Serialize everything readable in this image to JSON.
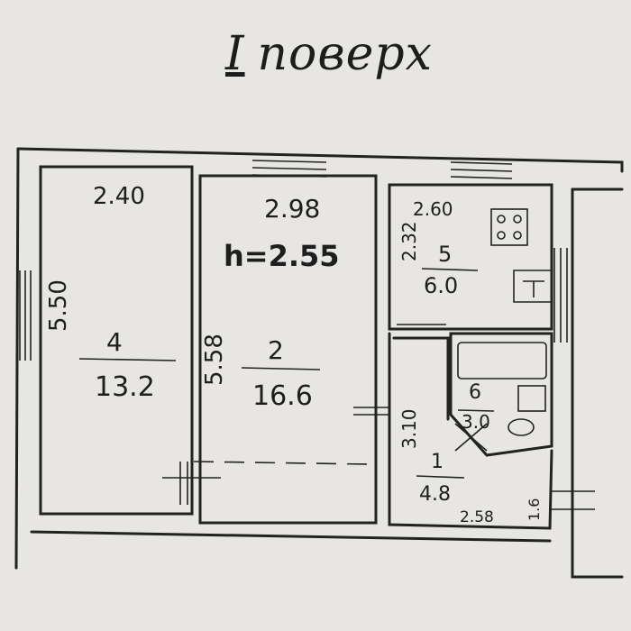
{
  "title": {
    "roman": "I",
    "text": "поверх"
  },
  "rooms": [
    {
      "id": "4",
      "number": "4",
      "area": "13.2",
      "width": "2.40",
      "length": "5.50"
    },
    {
      "id": "2",
      "number": "2",
      "area": "16.6",
      "width": "2.98",
      "length": "5.58",
      "ceiling_height": "h=2.55"
    },
    {
      "id": "5",
      "number": "5",
      "area": "6.0",
      "width": "2.60",
      "length": "2.32"
    },
    {
      "id": "6",
      "number": "6",
      "area": "3.0",
      "length": "3.10"
    },
    {
      "id": "1",
      "number": "1",
      "area": "4.8",
      "width": "2.58",
      "length": "1.6"
    }
  ],
  "colors": {
    "paper": "#e7e6e3",
    "ink": "#1e1e1e"
  }
}
